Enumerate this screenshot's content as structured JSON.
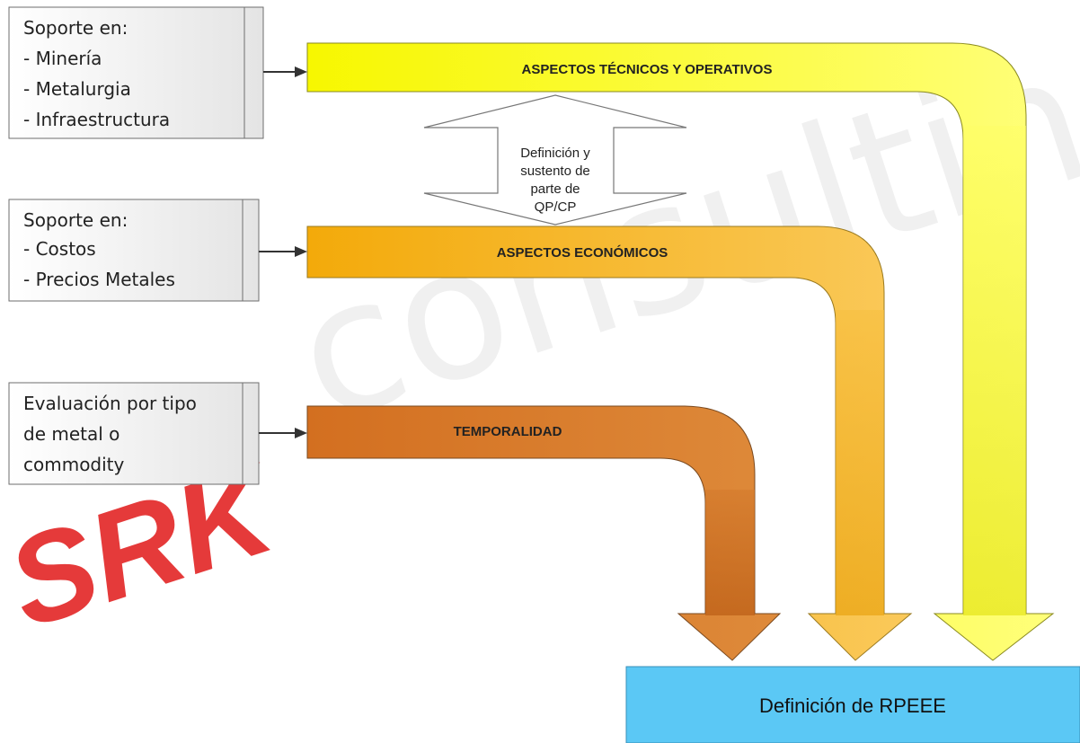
{
  "input_boxes": [
    {
      "lines": [
        "Soporte en:",
        "- Minería",
        "- Metalurgia",
        "- Infraestructura"
      ]
    },
    {
      "lines": [
        "Soporte en:",
        "- Costos",
        "- Precios Metales"
      ]
    },
    {
      "lines": [
        "Evaluación por tipo",
        "de metal o",
        "commodity"
      ]
    }
  ],
  "flows": [
    {
      "label": "ASPECTOS TÉCNICOS Y OPERATIVOS",
      "color": "#f2f20c"
    },
    {
      "label": "ASPECTOS ECONÓMICOS",
      "color": "#f4b40a"
    },
    {
      "label": "TEMPORALIDAD",
      "color": "#cc6a1e"
    }
  ],
  "double_arrow": {
    "lines": [
      "Definición y",
      "sustento de",
      "parte de",
      "QP/CP"
    ]
  },
  "result": {
    "label": "Definición de RPEEE",
    "color": "#5bc8f5"
  },
  "watermark": {
    "logo": "SRK",
    "text": "consulting"
  }
}
